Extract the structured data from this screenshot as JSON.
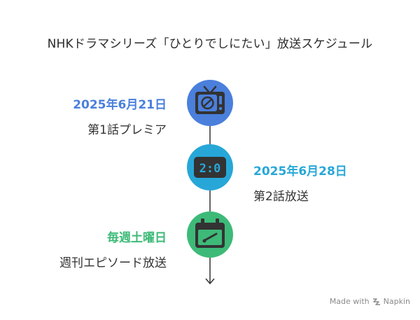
{
  "title": "NHKドラマシリーズ「ひとりでしにたい」放送スケジュール",
  "events": [
    {
      "date": "2025年6月21日",
      "description": "第1話プレミア",
      "color": "#4a7fdc",
      "icon": "tv-icon"
    },
    {
      "date": "2025年6月28日",
      "description": "第2話放送",
      "color": "#27a7d8",
      "icon": "scoreboard-icon",
      "icon_text": "2:0"
    },
    {
      "date": "毎週土曜日",
      "description": "週刊エピソード放送",
      "color": "#3dba78",
      "icon": "calendar-icon"
    }
  ],
  "footer": {
    "made_with": "Made with",
    "brand": "Napkin"
  }
}
